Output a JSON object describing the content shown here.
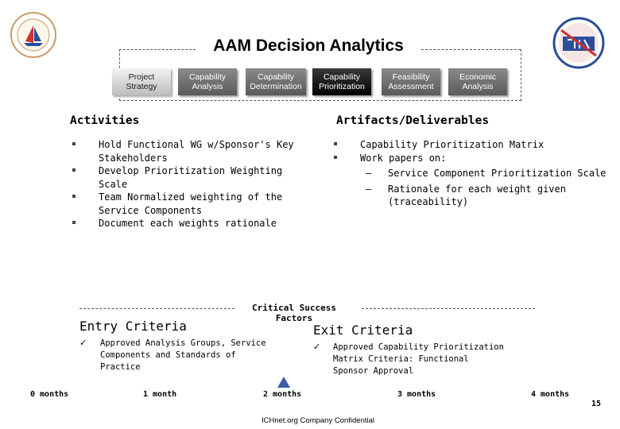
{
  "title": "AAM Decision Analytics",
  "phases": [
    {
      "label": "Project Strategy"
    },
    {
      "label": "Capability Analysis"
    },
    {
      "label": "Capability Determination"
    },
    {
      "label": "Capability Prioritization"
    },
    {
      "label": "Feasibility Assessment"
    },
    {
      "label": "Economic Analysis"
    }
  ],
  "activities": {
    "heading": "Activities",
    "items": [
      "Hold Functional WG w/Sponsor's Key Stakeholders",
      "Develop Prioritization Weighting Scale",
      "Team Normalized weighting of the Service Components",
      "Document each weights rationale"
    ]
  },
  "artifacts": {
    "heading": "Artifacts/Deliverables",
    "items": [
      "Capability Prioritization Matrix",
      "Work papers on:"
    ],
    "subitems": [
      "Service Component Prioritization Scale",
      "Rationale for each weight given (traceability)"
    ]
  },
  "csf": {
    "label": "Critical Success Factors",
    "entry_heading": "Entry Criteria",
    "entry_text": "Approved Analysis Groups, Service Components and Standards of Practice",
    "exit_heading": "Exit Criteria",
    "exit_text": "Approved Capability Prioritization Matrix Criteria: Functional Sponsor Approval"
  },
  "timeline": {
    "ticks": [
      "0 months",
      "1 month",
      "2 months",
      "3 months",
      "4 months"
    ],
    "marker_at_months": 2
  },
  "footer": "ICHnet.org Company Confidential",
  "page_number": "15",
  "colors": {
    "marker": "#3a5fa8",
    "logo_red": "#d03030",
    "logo_blue": "#2b4e9a"
  }
}
